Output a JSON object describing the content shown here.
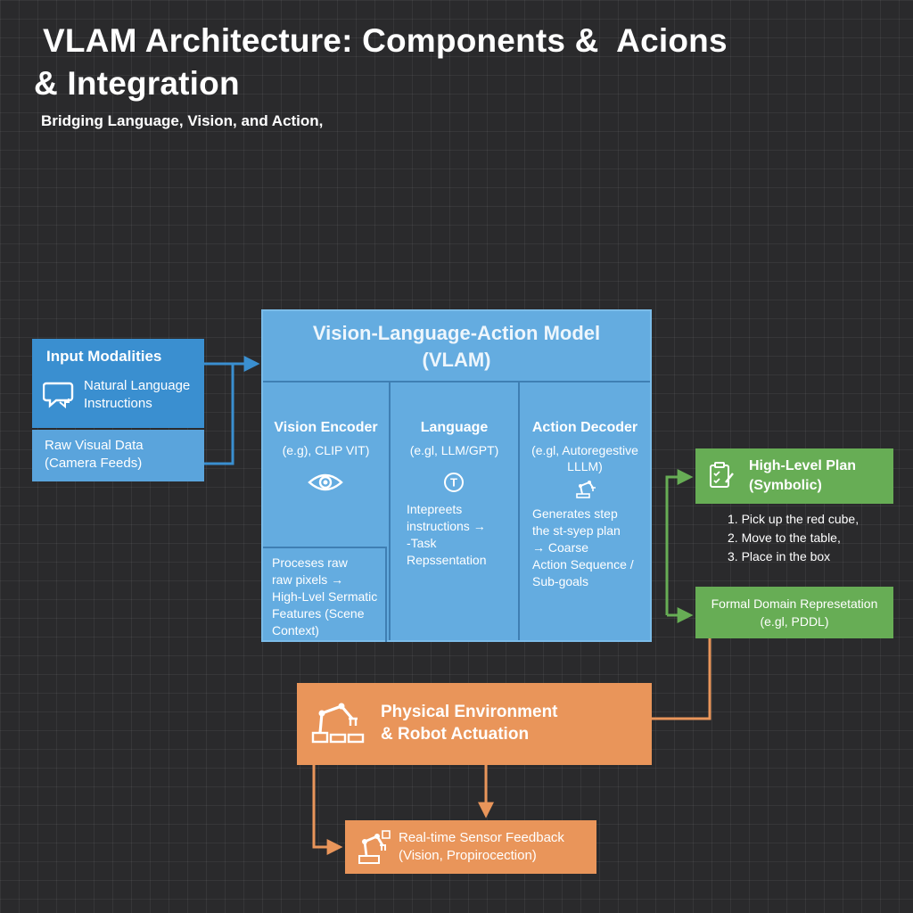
{
  "title": {
    "line1": "VLAM Architecture: Components &  Acions",
    "line2": "& Integration"
  },
  "subtitle": "Bridging Language, Vision, and Action,",
  "input": {
    "title": "Input Modalities",
    "natural_language": [
      "Natural Language",
      "Instructions"
    ],
    "raw_visual": [
      "Raw Visual Data",
      "(Camera Feeds)"
    ]
  },
  "vlam": {
    "title": [
      "Vision-Language-Action Model",
      "(VLAM)"
    ],
    "vision": {
      "name": "Vision Encoder",
      "example": "(e.g), CLIP VIT)",
      "description": [
        "Proceses raw",
        "raw pixels →",
        "High-Lvel Sermatic",
        "Features (Scene",
        "Context)"
      ]
    },
    "language": {
      "name": "Language",
      "example": "(e.gl, LLM/GPT)",
      "icon_letter": "T",
      "description": [
        "Intepreets",
        "instructions →",
        "-Task",
        "Repssentation"
      ]
    },
    "action": {
      "name": "Action Decoder",
      "example": [
        "(e.gl, Autoregestive",
        "LLLM)"
      ],
      "description": [
        "Generates step",
        "the st­-syep plan",
        "→ Coarse",
        "Action Sequence /",
        "Sub-goals"
      ]
    }
  },
  "plan": {
    "title": [
      "High-Level Plan",
      "(Symbolic)"
    ],
    "steps": [
      "1. Pick up the red cube,",
      "2. Move to the table,",
      "3. Place in the box"
    ]
  },
  "pddl": {
    "text": [
      "Formal Domain Represetation",
      "(e.gl, PDDL)"
    ]
  },
  "environment": {
    "title": [
      "Physical Environment",
      "& Robot Actuation"
    ]
  },
  "feedback": {
    "text": [
      "Real-time Sensor Feedback",
      "(Vision, Propirocection)"
    ]
  },
  "colors": {
    "background": "#2a2a2c",
    "blue": "#5aa4dc",
    "green": "#67ad55",
    "orange": "#e9955a"
  },
  "icons": {
    "input": "chat-bubble-icon",
    "vision": "eye-icon",
    "language": "text-circle-icon",
    "action": "robot-arm-icon",
    "plan": "checklist-icon",
    "environment": "robot-arm-icon",
    "feedback": "robot-arm-icon"
  }
}
